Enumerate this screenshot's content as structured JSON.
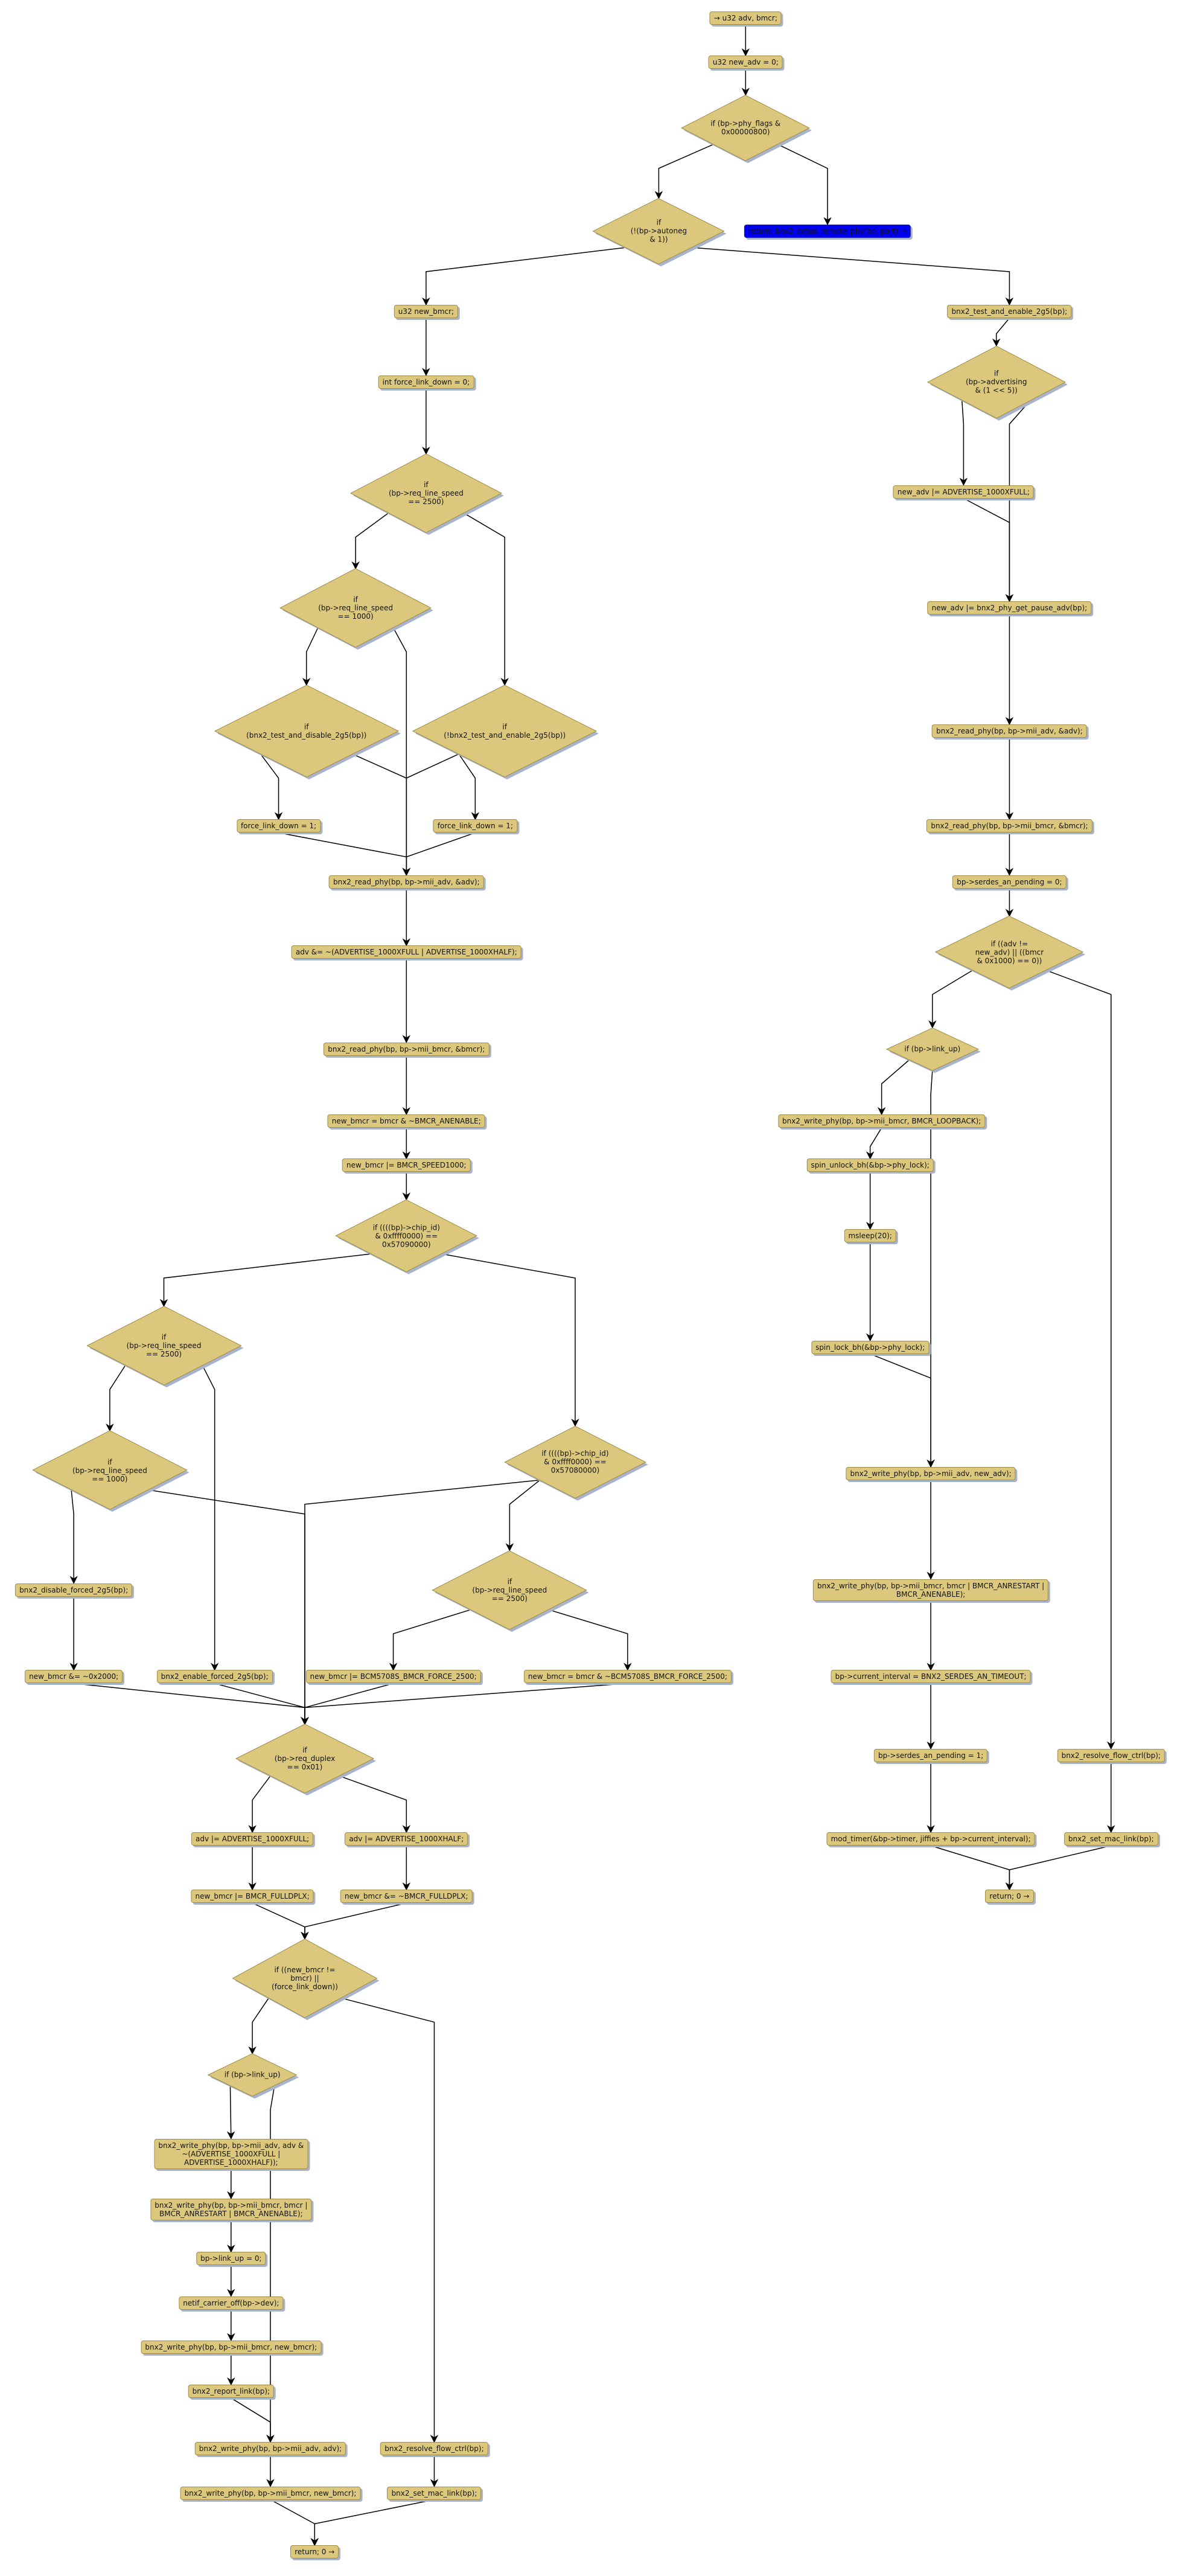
{
  "title": "bnx2_setup_serdes_phy flowchart",
  "colors": {
    "node_fill": "#dcc87c",
    "node_border": "#a08c45",
    "return_fill": "#0000f0",
    "shadow": "#a8b4cc"
  },
  "nodes": [
    {
      "id": "n0",
      "kind": "box",
      "text": "→ u32 adv, bmcr;"
    },
    {
      "id": "n1",
      "kind": "box",
      "text": "u32 new_adv = 0;"
    },
    {
      "id": "n2",
      "kind": "diamond",
      "text": "if (bp->phy_flags &\n0x00000800)"
    },
    {
      "id": "n3",
      "kind": "diamond",
      "text": "if\n(!(bp->autoneg\n& 1))"
    },
    {
      "id": "n4",
      "kind": "return",
      "text": "return; bnx2_setup_remote_phy(bp, port) →"
    },
    {
      "id": "n5",
      "kind": "box",
      "text": "u32 new_bmcr;"
    },
    {
      "id": "n6",
      "kind": "box",
      "text": "int force_link_down = 0;"
    },
    {
      "id": "n7",
      "kind": "diamond",
      "text": "if\n(bp->req_line_speed\n== 2500)"
    },
    {
      "id": "n8",
      "kind": "diamond",
      "text": "if\n(bp->req_line_speed\n== 1000)"
    },
    {
      "id": "n9",
      "kind": "diamond",
      "text": "if\n(bnx2_test_and_disable_2g5(bp))"
    },
    {
      "id": "n10",
      "kind": "diamond",
      "text": "if\n(!bnx2_test_and_enable_2g5(bp))"
    },
    {
      "id": "n11",
      "kind": "box",
      "text": "force_link_down = 1;"
    },
    {
      "id": "n12",
      "kind": "box",
      "text": "force_link_down = 1;"
    },
    {
      "id": "n13",
      "kind": "box",
      "text": "bnx2_read_phy(bp, bp->mii_adv, &adv);"
    },
    {
      "id": "n14",
      "kind": "box",
      "text": "adv &= ~(ADVERTISE_1000XFULL | ADVERTISE_1000XHALF);"
    },
    {
      "id": "n15",
      "kind": "box",
      "text": "bnx2_read_phy(bp, bp->mii_bmcr, &bmcr);"
    },
    {
      "id": "n16",
      "kind": "box",
      "text": "new_bmcr = bmcr & ~BMCR_ANENABLE;"
    },
    {
      "id": "n17",
      "kind": "box",
      "text": "new_bmcr |= BMCR_SPEED1000;"
    },
    {
      "id": "n18",
      "kind": "diamond",
      "text": "if ((((bp)->chip_id)\n& 0xffff0000) ==\n0x57090000)"
    },
    {
      "id": "n19",
      "kind": "diamond",
      "text": "if\n(bp->req_line_speed\n== 2500)"
    },
    {
      "id": "n20",
      "kind": "diamond",
      "text": "if\n(bp->req_line_speed\n== 1000)"
    },
    {
      "id": "n21",
      "kind": "diamond",
      "text": "if ((((bp)->chip_id)\n& 0xffff0000) ==\n0x57080000)"
    },
    {
      "id": "n22",
      "kind": "box",
      "text": "bnx2_disable_forced_2g5(bp);"
    },
    {
      "id": "n23",
      "kind": "diamond",
      "text": "if\n(bp->req_line_speed\n== 2500)"
    },
    {
      "id": "n24",
      "kind": "box",
      "text": "new_bmcr &= ~0x2000;"
    },
    {
      "id": "n25",
      "kind": "box",
      "text": "bnx2_enable_forced_2g5(bp);"
    },
    {
      "id": "n26",
      "kind": "box",
      "text": "new_bmcr |= BCM5708S_BMCR_FORCE_2500;"
    },
    {
      "id": "n27",
      "kind": "box",
      "text": "new_bmcr = bmcr & ~BCM5708S_BMCR_FORCE_2500;"
    },
    {
      "id": "n28",
      "kind": "diamond",
      "text": "if\n(bp->req_duplex\n== 0x01)"
    },
    {
      "id": "n29",
      "kind": "box",
      "text": "adv |= ADVERTISE_1000XFULL;"
    },
    {
      "id": "n30",
      "kind": "box",
      "text": "adv |= ADVERTISE_1000XHALF;"
    },
    {
      "id": "n31",
      "kind": "box",
      "text": "new_bmcr |= BMCR_FULLDPLX;"
    },
    {
      "id": "n32",
      "kind": "box",
      "text": "new_bmcr &= ~BMCR_FULLDPLX;"
    },
    {
      "id": "n33",
      "kind": "diamond",
      "text": "if ((new_bmcr !=\nbmcr) ||\n(force_link_down))"
    },
    {
      "id": "n34",
      "kind": "diamond",
      "text": "if (bp->link_up)"
    },
    {
      "id": "n35",
      "kind": "box",
      "text": "bnx2_write_phy(bp, bp->mii_adv, adv &\n~(ADVERTISE_1000XFULL |\nADVERTISE_1000XHALF));"
    },
    {
      "id": "n36",
      "kind": "box",
      "text": "bnx2_write_phy(bp, bp->mii_bmcr, bmcr |\nBMCR_ANRESTART | BMCR_ANENABLE);"
    },
    {
      "id": "n37",
      "kind": "box",
      "text": "bp->link_up = 0;"
    },
    {
      "id": "n38",
      "kind": "box",
      "text": "netif_carrier_off(bp->dev);"
    },
    {
      "id": "n39",
      "kind": "box",
      "text": "bnx2_write_phy(bp, bp->mii_bmcr, new_bmcr);"
    },
    {
      "id": "n40",
      "kind": "box",
      "text": "bnx2_report_link(bp);"
    },
    {
      "id": "n41",
      "kind": "box",
      "text": "bnx2_write_phy(bp, bp->mii_adv, adv);"
    },
    {
      "id": "n42",
      "kind": "box",
      "text": "bnx2_resolve_flow_ctrl(bp);"
    },
    {
      "id": "n43",
      "kind": "box",
      "text": "bnx2_write_phy(bp, bp->mii_bmcr, new_bmcr);"
    },
    {
      "id": "n44",
      "kind": "box",
      "text": "bnx2_set_mac_link(bp);"
    },
    {
      "id": "n45",
      "kind": "box",
      "text": "return; 0 →"
    },
    {
      "id": "r1",
      "kind": "box",
      "text": "bnx2_test_and_enable_2g5(bp);"
    },
    {
      "id": "r2",
      "kind": "diamond",
      "text": "if\n(bp->advertising\n& (1 << 5))"
    },
    {
      "id": "r3",
      "kind": "box",
      "text": "new_adv |= ADVERTISE_1000XFULL;"
    },
    {
      "id": "r4",
      "kind": "box",
      "text": "new_adv |= bnx2_phy_get_pause_adv(bp);"
    },
    {
      "id": "r5",
      "kind": "box",
      "text": "bnx2_read_phy(bp, bp->mii_adv, &adv);"
    },
    {
      "id": "r6",
      "kind": "box",
      "text": "bnx2_read_phy(bp, bp->mii_bmcr, &bmcr);"
    },
    {
      "id": "r7",
      "kind": "box",
      "text": "bp->serdes_an_pending = 0;"
    },
    {
      "id": "r8",
      "kind": "diamond",
      "text": "if ((adv !=\nnew_adv) || ((bmcr\n& 0x1000) == 0))"
    },
    {
      "id": "r9",
      "kind": "diamond",
      "text": "if (bp->link_up)"
    },
    {
      "id": "r10",
      "kind": "box",
      "text": "bnx2_write_phy(bp, bp->mii_bmcr, BMCR_LOOPBACK);"
    },
    {
      "id": "r11",
      "kind": "box",
      "text": "spin_unlock_bh(&bp->phy_lock);"
    },
    {
      "id": "r12",
      "kind": "box",
      "text": "msleep(20);"
    },
    {
      "id": "r13",
      "kind": "box",
      "text": "spin_lock_bh(&bp->phy_lock);"
    },
    {
      "id": "r14",
      "kind": "box",
      "text": "bnx2_write_phy(bp, bp->mii_adv, new_adv);"
    },
    {
      "id": "r15",
      "kind": "box",
      "text": "bnx2_write_phy(bp, bp->mii_bmcr, bmcr | BMCR_ANRESTART |\nBMCR_ANENABLE);"
    },
    {
      "id": "r16",
      "kind": "box",
      "text": "bp->current_interval = BNX2_SERDES_AN_TIMEOUT;"
    },
    {
      "id": "r17",
      "kind": "box",
      "text": "bp->serdes_an_pending = 1;"
    },
    {
      "id": "r18",
      "kind": "box",
      "text": "mod_timer(&bp->timer, jiffies + bp->current_interval);"
    },
    {
      "id": "r19",
      "kind": "box",
      "text": "bnx2_resolve_flow_ctrl(bp);"
    },
    {
      "id": "r20",
      "kind": "box",
      "text": "bnx2_set_mac_link(bp);"
    },
    {
      "id": "r21",
      "kind": "box",
      "text": "return; 0 →"
    }
  ],
  "edges": [
    [
      "n0",
      "n1"
    ],
    [
      "n1",
      "n2"
    ],
    [
      "n2",
      "n3"
    ],
    [
      "n2",
      "n4"
    ],
    [
      "n3",
      "n5"
    ],
    [
      "n3",
      "r1"
    ],
    [
      "n5",
      "n6"
    ],
    [
      "n6",
      "n7"
    ],
    [
      "n7",
      "n8"
    ],
    [
      "n7",
      "n10"
    ],
    [
      "n8",
      "n9"
    ],
    [
      "n8",
      "n13"
    ],
    [
      "n9",
      "n11"
    ],
    [
      "n9",
      "n13"
    ],
    [
      "n10",
      "n12"
    ],
    [
      "n10",
      "n13"
    ],
    [
      "n11",
      "n13"
    ],
    [
      "n12",
      "n13"
    ],
    [
      "n13",
      "n14"
    ],
    [
      "n14",
      "n15"
    ],
    [
      "n15",
      "n16"
    ],
    [
      "n16",
      "n17"
    ],
    [
      "n17",
      "n18"
    ],
    [
      "n18",
      "n19"
    ],
    [
      "n18",
      "n21"
    ],
    [
      "n19",
      "n20"
    ],
    [
      "n19",
      "n25"
    ],
    [
      "n20",
      "n22"
    ],
    [
      "n20",
      "n28"
    ],
    [
      "n22",
      "n24"
    ],
    [
      "n24",
      "n28"
    ],
    [
      "n25",
      "n28"
    ],
    [
      "n21",
      "n23"
    ],
    [
      "n21",
      "n28"
    ],
    [
      "n23",
      "n26"
    ],
    [
      "n23",
      "n27"
    ],
    [
      "n26",
      "n28"
    ],
    [
      "n27",
      "n28"
    ],
    [
      "n28",
      "n29"
    ],
    [
      "n28",
      "n30"
    ],
    [
      "n29",
      "n31"
    ],
    [
      "n30",
      "n32"
    ],
    [
      "n31",
      "n33"
    ],
    [
      "n32",
      "n33"
    ],
    [
      "n33",
      "n34"
    ],
    [
      "n33",
      "n42"
    ],
    [
      "n34",
      "n35"
    ],
    [
      "n34",
      "n41"
    ],
    [
      "n35",
      "n36"
    ],
    [
      "n36",
      "n37"
    ],
    [
      "n37",
      "n38"
    ],
    [
      "n38",
      "n39"
    ],
    [
      "n39",
      "n40"
    ],
    [
      "n40",
      "n41"
    ],
    [
      "n41",
      "n43"
    ],
    [
      "n42",
      "n44"
    ],
    [
      "n43",
      "n45"
    ],
    [
      "n44",
      "n45"
    ],
    [
      "r1",
      "r2"
    ],
    [
      "r2",
      "r3"
    ],
    [
      "r2",
      "r4"
    ],
    [
      "r3",
      "r4"
    ],
    [
      "r4",
      "r5"
    ],
    [
      "r5",
      "r6"
    ],
    [
      "r6",
      "r7"
    ],
    [
      "r7",
      "r8"
    ],
    [
      "r8",
      "r9"
    ],
    [
      "r8",
      "r19"
    ],
    [
      "r9",
      "r10"
    ],
    [
      "r9",
      "r14"
    ],
    [
      "r10",
      "r11"
    ],
    [
      "r11",
      "r12"
    ],
    [
      "r12",
      "r13"
    ],
    [
      "r13",
      "r14"
    ],
    [
      "r14",
      "r15"
    ],
    [
      "r15",
      "r16"
    ],
    [
      "r16",
      "r17"
    ],
    [
      "r17",
      "r18"
    ],
    [
      "r18",
      "r21"
    ],
    [
      "r19",
      "r20"
    ],
    [
      "r20",
      "r21"
    ]
  ]
}
